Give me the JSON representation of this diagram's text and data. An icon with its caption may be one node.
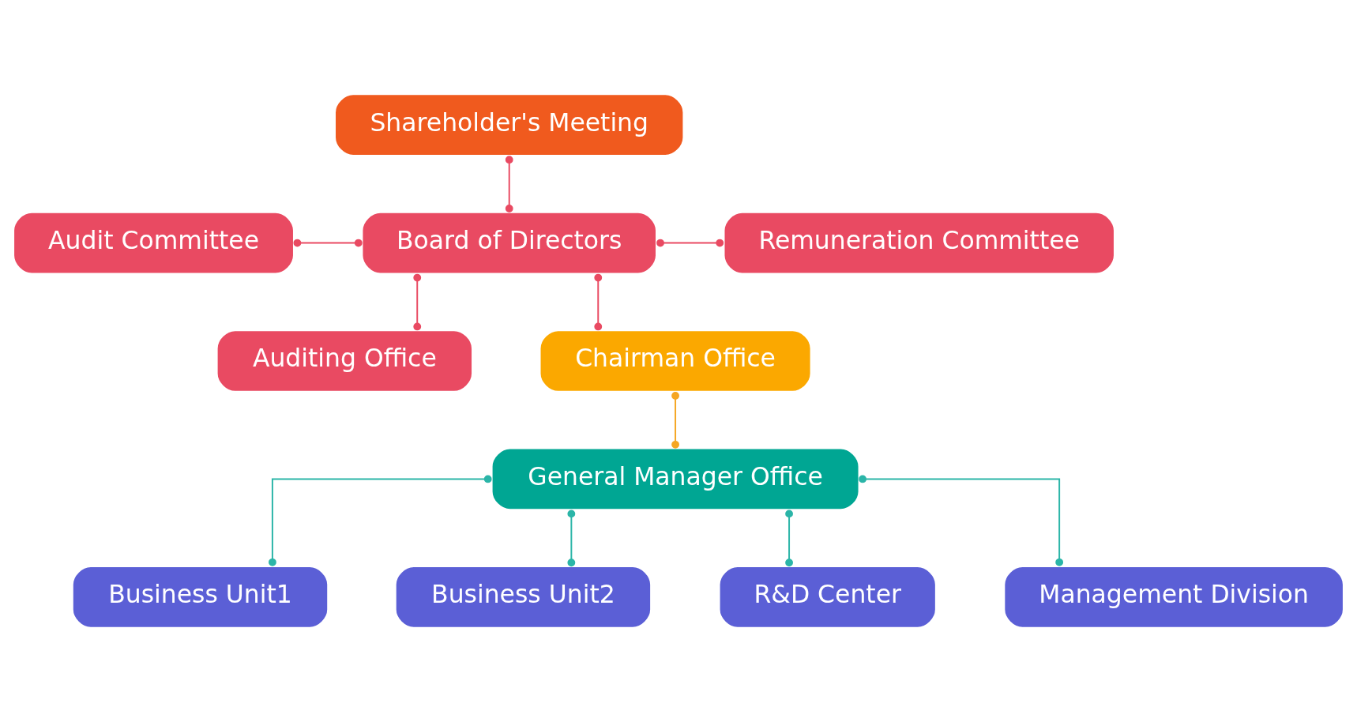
{
  "diagram": {
    "nodes": [
      {
        "text": [
          "Shareholder's Meeting"
        ]
      },
      {
        "text": [
          "Audit Committee"
        ]
      },
      {
        "text": [
          "Board of Directors"
        ]
      },
      {
        "text": [
          "Remuneration Committee"
        ]
      },
      {
        "text": [
          "Auditing Office"
        ]
      },
      {
        "text": [
          "Chairman Office"
        ]
      },
      {
        "text": [
          "General Manager Office"
        ]
      },
      {
        "text": [
          "Business Unit1"
        ]
      },
      {
        "text": [
          "Business Unit2"
        ]
      },
      {
        "text": [
          "R&D Center"
        ]
      },
      {
        "text": [
          "Management Division"
        ]
      }
    ],
    "edges": [
      {
        "from": 0,
        "to": 2,
        "arrow": "other"
      },
      {
        "from": 1,
        "to": 2,
        "arrow": "other"
      },
      {
        "from": 2,
        "to": 3,
        "arrow": "other"
      },
      {
        "from": 2,
        "to": 4,
        "arrow": "other"
      },
      {
        "from": 2,
        "to": 5,
        "arrow": "other"
      },
      {
        "from": 5,
        "to": 6,
        "arrow": "other",
        "color": "#f5a623"
      },
      {
        "from": 6,
        "to": 7,
        "arrow": "other",
        "color": "#2bb5a8"
      },
      {
        "from": 6,
        "to": 8,
        "arrow": "other",
        "color": "#2bb5a8"
      },
      {
        "from": 6,
        "to": 9,
        "arrow": "other",
        "color": "#2bb5a8"
      },
      {
        "from": 6,
        "to": 10,
        "arrow": "other",
        "color": "#2bb5a8"
      }
    ]
  }
}
